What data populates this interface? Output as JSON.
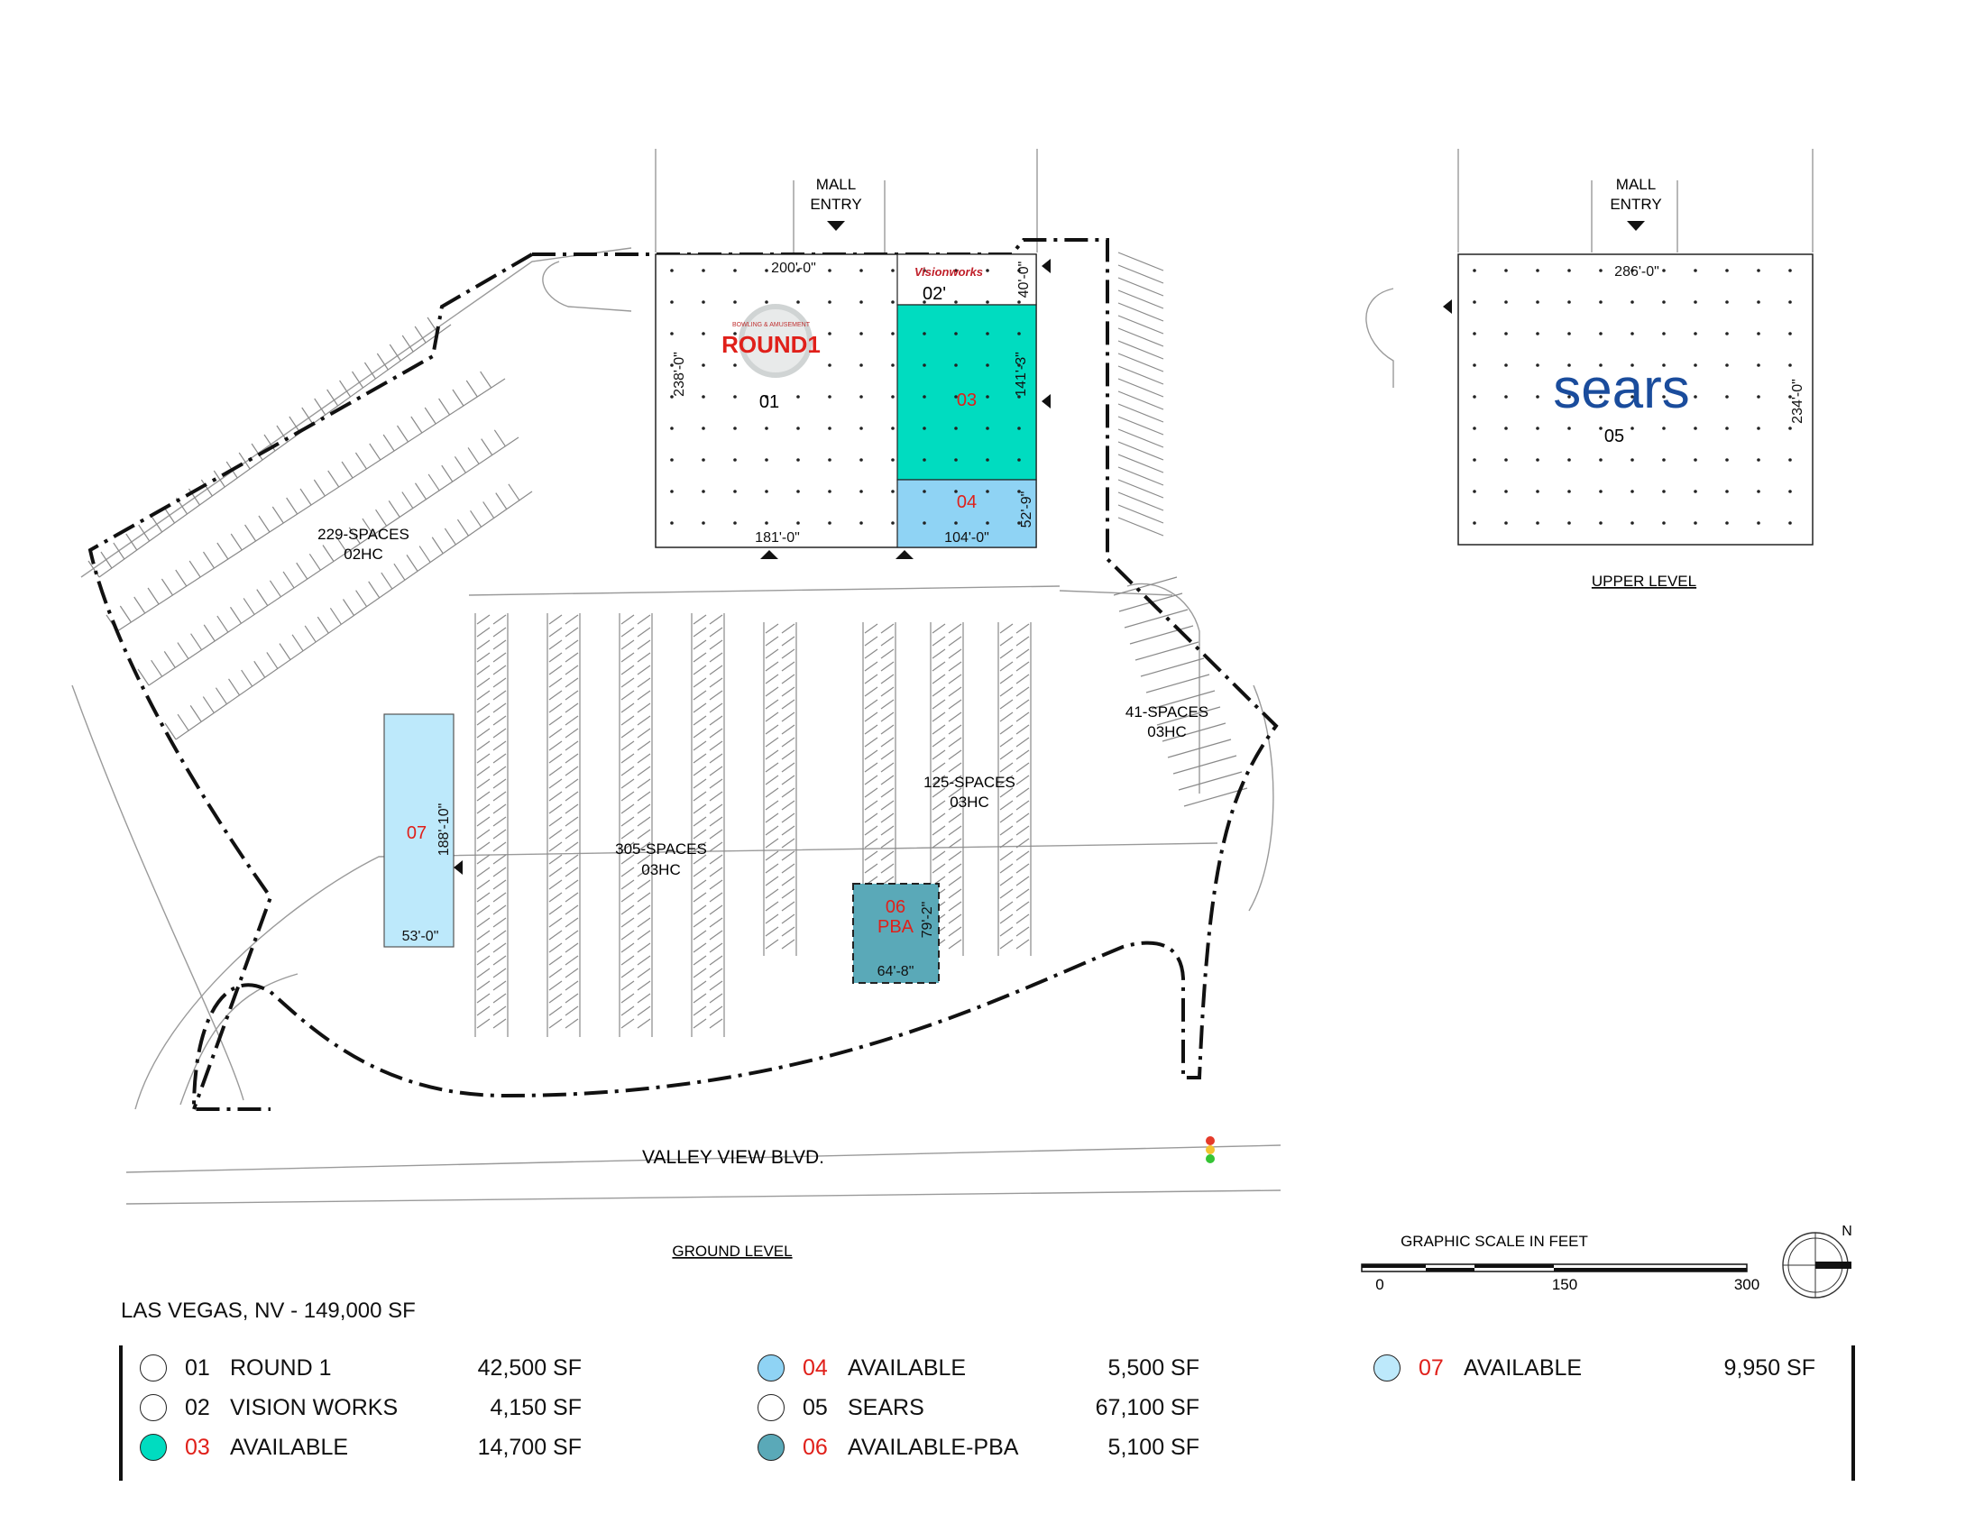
{
  "mall_entry_left": [
    "MALL",
    "ENTRY"
  ],
  "mall_entry_right": [
    "MALL",
    "ENTRY"
  ],
  "dims": {
    "top_width": "200'-0\"",
    "left_height": "238'-0\"",
    "vw_height": "40'-0\"",
    "unit03_height": "141'-3\"",
    "unit04_height": "52'-9\"",
    "bottom_left": "181'-0\"",
    "bottom_right": "104'-0\"",
    "sears_width": "286'-0\"",
    "sears_height": "234'-0\"",
    "unit07_height": "188'-10\"",
    "unit07_width": "53'-0\"",
    "unit06_height": "79'-2\"",
    "unit06_width": "64'-8\""
  },
  "units_on_plan": {
    "u01": "01",
    "u02": "02'",
    "u03": "03",
    "u04": "04",
    "u05": "05",
    "u06": "06",
    "u06_sub": "PBA",
    "u07": "07"
  },
  "logos": {
    "round1": "ROUND1",
    "round1_tag": "BOWLING & AMUSEMENT",
    "sears": "sears",
    "visionworks": "Visionworks"
  },
  "parking": [
    {
      "spaces": "229-SPACES",
      "hc": "02HC"
    },
    {
      "spaces": "305-SPACES",
      "hc": "03HC"
    },
    {
      "spaces": "125-SPACES",
      "hc": "03HC"
    },
    {
      "spaces": "41-SPACES",
      "hc": "03HC"
    }
  ],
  "street": "VALLEY VIEW BLVD.",
  "levels": {
    "ground": "GROUND LEVEL",
    "upper": "UPPER LEVEL"
  },
  "scale": {
    "title": "GRAPHIC SCALE IN FEET",
    "ticks": [
      "0",
      "150",
      "300"
    ]
  },
  "north": "N",
  "colors": {
    "unit03": "#00dcc0",
    "unit04": "#8fd3f4",
    "unit06": "#5aa9b8",
    "unit07": "#bde9fb",
    "red_label": "#e0201a",
    "sears_blue": "#1a4c9c"
  },
  "legend": {
    "title": "LAS VEGAS, NV - 149,000 SF",
    "items": [
      {
        "num": "01",
        "name": "ROUND 1",
        "sf": "42,500 SF",
        "color": "#ffffff",
        "red": false
      },
      {
        "num": "02",
        "name": "VISION WORKS",
        "sf": "4,150 SF",
        "color": "#ffffff",
        "red": false
      },
      {
        "num": "03",
        "name": "AVAILABLE",
        "sf": "14,700 SF",
        "color": "#00dcc0",
        "red": true
      },
      {
        "num": "04",
        "name": "AVAILABLE",
        "sf": "5,500 SF",
        "color": "#8fd3f4",
        "red": true
      },
      {
        "num": "05",
        "name": "SEARS",
        "sf": "67,100 SF",
        "color": "#ffffff",
        "red": false
      },
      {
        "num": "06",
        "name": "AVAILABLE-PBA",
        "sf": "5,100 SF",
        "color": "#5aa9b8",
        "red": true
      },
      {
        "num": "07",
        "name": "AVAILABLE",
        "sf": "9,950 SF",
        "color": "#bde9fb",
        "red": true
      }
    ]
  }
}
